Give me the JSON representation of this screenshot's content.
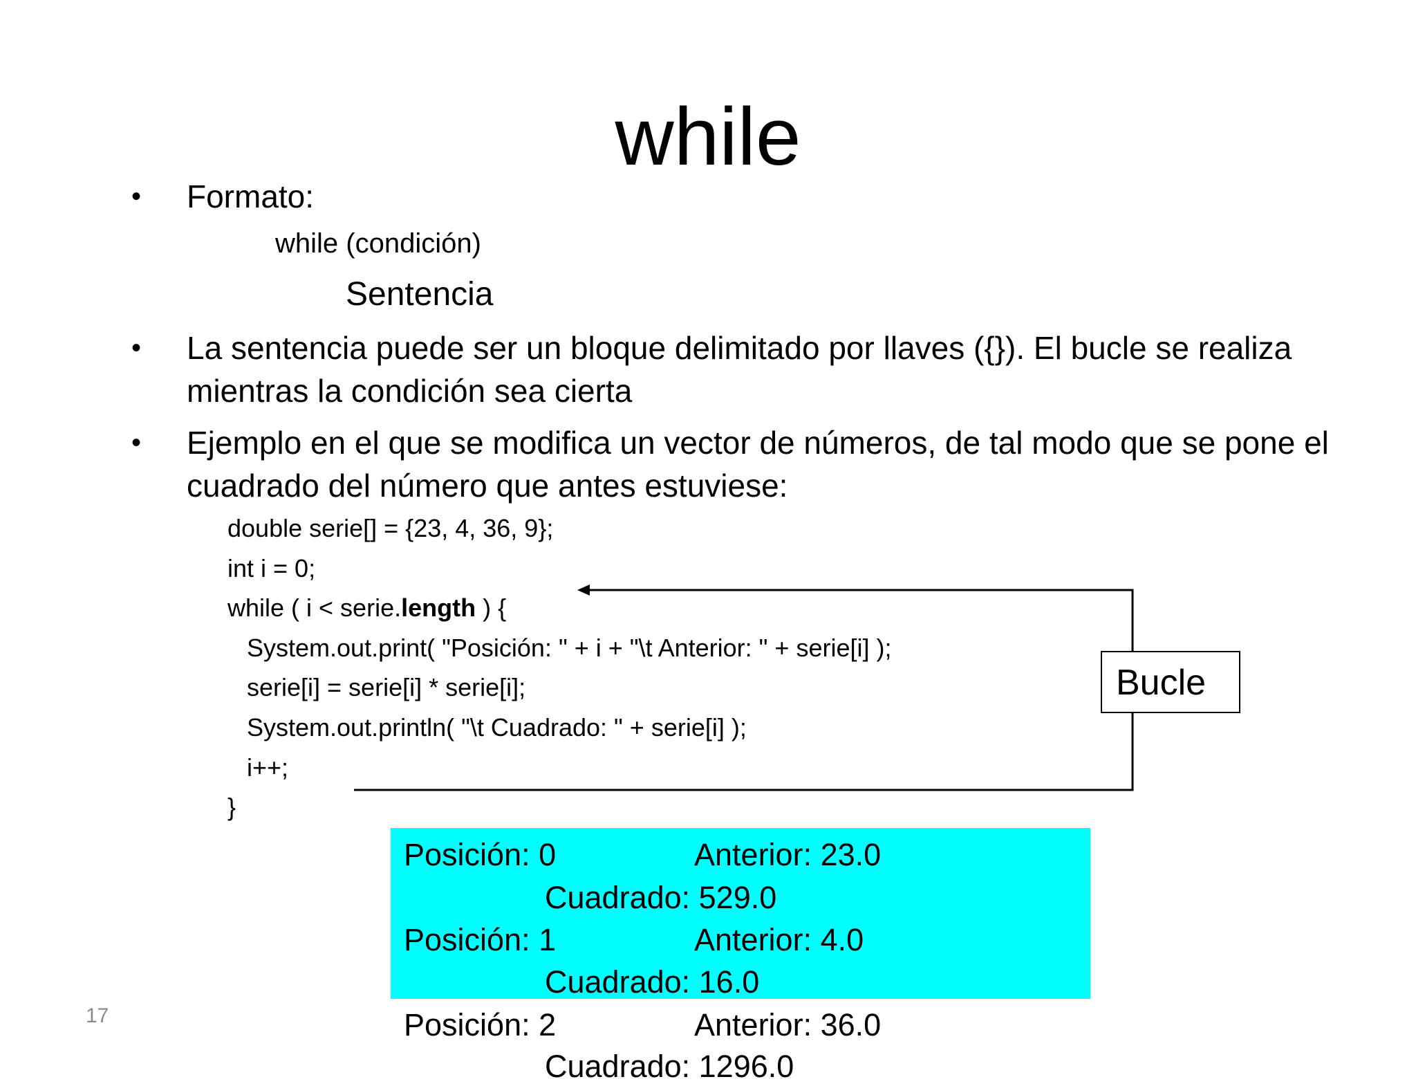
{
  "title": "while",
  "format": {
    "label": "Formato:",
    "syntax_line": "while (condición)",
    "statement_line": "Sentencia"
  },
  "bullet2": {
    "line1": "La sentencia puede ser un bloque delimitado por llaves ({}). El bucle se realiza",
    "line2": "mientras la condición sea cierta"
  },
  "bullet3": {
    "line1": "Ejemplo en el que se modifica un vector de números, de tal modo que se pone el",
    "line2": "cuadrado del número que antes estuviese:"
  },
  "code": {
    "line1": "double serie[] = {23, 4, 36, 9};",
    "line2": "int i = 0;",
    "line3_prefix": "while ( i < serie.",
    "line3_bold": "length",
    "line3_suffix": " ) {",
    "line4": "System.out.print( \"Posición: \" + i + \"\\t Anterior: \" + serie[i] );",
    "line5": "serie[i] = serie[i] * serie[i];",
    "line6": "System.out.println( \"\\t Cuadrado: \" + serie[i] );",
    "line7": "i++;",
    "line8": "}"
  },
  "loop_label": "Bucle",
  "output": {
    "row1_pos": "Posición: 0",
    "row1_prev": "Anterior: 23.0",
    "row1_sq": "Cuadrado: 529.0",
    "row2_pos": "Posición: 1",
    "row2_prev": "Anterior: 4.0",
    "row2_sq": "Cuadrado: 16.0",
    "row3_pos": "Posición: 2",
    "row3_prev": "Anterior: 36.0",
    "row3_sq": "Cuadrado: 1296.0"
  },
  "page_number": "17",
  "colors": {
    "output_background": "#00ffff",
    "page_number": "#8c8c8c"
  }
}
